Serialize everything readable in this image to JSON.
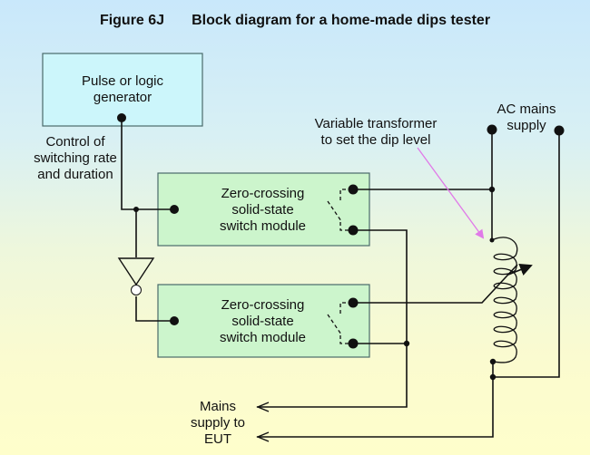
{
  "title": {
    "figure": "Figure 6J",
    "caption": "Block diagram for a home-made dips tester"
  },
  "blocks": {
    "generator": [
      "Pulse or logic",
      "generator"
    ],
    "switch_top": [
      "Zero-crossing",
      "solid-state",
      "switch module"
    ],
    "switch_bottom": [
      "Zero-crossing",
      "solid-state",
      "switch module"
    ]
  },
  "labels": {
    "control": [
      "Control of",
      "switching rate",
      "and duration"
    ],
    "transformer": [
      "Variable transformer",
      "to set the dip level"
    ],
    "ac_mains": [
      "AC mains",
      "supply"
    ],
    "mains_eut": [
      "Mains",
      "supply to",
      "EUT"
    ]
  },
  "colors": {
    "generator_fill": "#ccf6fb",
    "switch_fill": "#ccf5cc",
    "box_border": "#4a6a6a",
    "wire": "#111111",
    "pointer_arrow": "#e07ae8"
  }
}
